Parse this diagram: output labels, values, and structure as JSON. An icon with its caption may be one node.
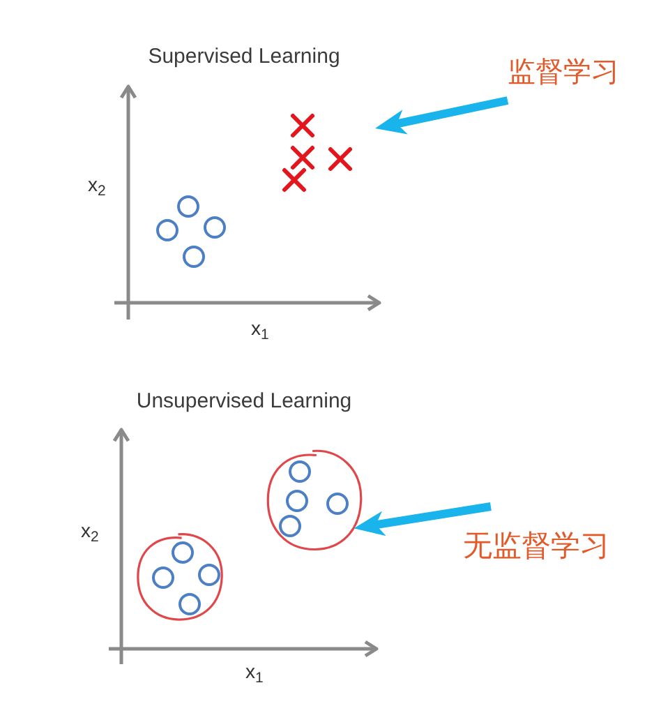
{
  "diagram": {
    "nodes": [
      {
        "text": [
          "监督学习"
        ]
      },
      {
        "text": [],
        "shape": "circle"
      },
      {
        "text": [],
        "shape": "circle"
      },
      {
        "text": [
          "无监督学习"
        ]
      }
    ],
    "edges": [
      {
        "from": 0,
        "to": null,
        "arrow": "to"
      },
      {
        "from": 3,
        "to": 2,
        "arrow": "to"
      }
    ],
    "labels": [
      "Supervised Learning",
      "x$_{2}$",
      "x$_{1}$",
      "Unsupervised Learning",
      "x$_{2}$",
      "x$_{1}$"
    ]
  }
}
